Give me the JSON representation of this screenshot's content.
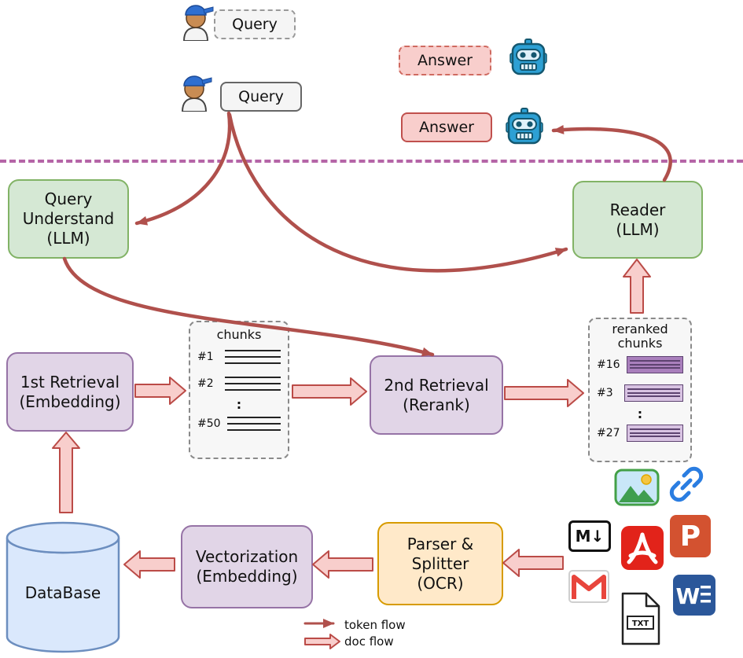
{
  "top": {
    "query_dashed": "Query",
    "query_solid": "Query",
    "answer_dashed": "Answer",
    "answer_solid": "Answer"
  },
  "pipeline": {
    "query_understand": "Query\nUnderstand\n(LLM)",
    "reader": "Reader\n(LLM)",
    "first_retrieval": "1st Retrieval\n(Embedding)",
    "second_retrieval": "2nd Retrieval\n(Rerank)",
    "vectorization": "Vectorization\n(Embedding)",
    "parser_splitter": "Parser &\nSplitter\n(OCR)",
    "database": "DataBase"
  },
  "chunks_panel": {
    "title": "chunks",
    "items": [
      "#1",
      "#2",
      ":",
      "#50"
    ]
  },
  "reranked_panel": {
    "title": "reranked\nchunks",
    "items": [
      "#16",
      "#3",
      ":",
      "#27"
    ]
  },
  "legend": {
    "token_flow": "token flow",
    "doc_flow": "doc flow"
  },
  "file_icons": {
    "markdown": "M↓",
    "txt": "TXT",
    "word": "W",
    "powerpoint": "P"
  },
  "colors": {
    "llm_box_fill": "#d5e8d4",
    "llm_box_border": "#82b366",
    "retrieval_box_fill": "#e1d5e7",
    "retrieval_box_border": "#9673a6",
    "parser_box_fill": "#ffe9c9",
    "parser_box_border": "#d79b00",
    "answer_fill": "#f8cecc",
    "answer_border": "#c0504d",
    "query_fill": "#f5f5f5",
    "database_fill": "#dae8fc",
    "database_border": "#6c8ebf",
    "token_arrow": "#b0504c",
    "doc_arrow_fill": "#f8cecc",
    "doc_arrow_border": "#bb4b47",
    "separator": "#b565a7"
  }
}
